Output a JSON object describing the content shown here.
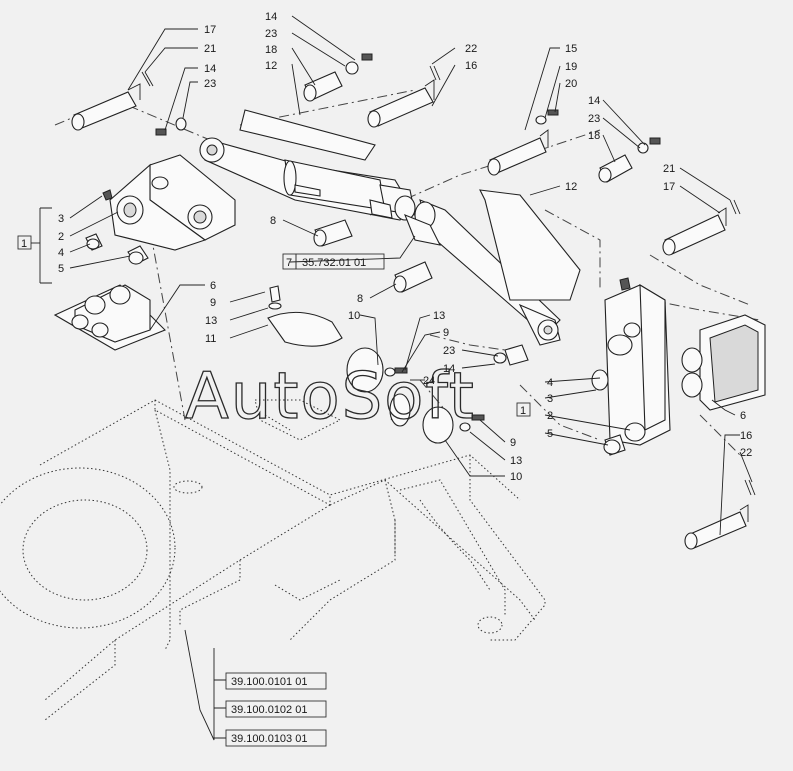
{
  "watermark": "AutoSoft",
  "callouts": [
    {
      "id": "c17a",
      "text": "17"
    },
    {
      "id": "c21a",
      "text": "21"
    },
    {
      "id": "c14a",
      "text": "14"
    },
    {
      "id": "c23a",
      "text": "23"
    },
    {
      "id": "c3",
      "text": "3"
    },
    {
      "id": "c2",
      "text": "2"
    },
    {
      "id": "c4",
      "text": "4"
    },
    {
      "id": "c5",
      "text": "5"
    },
    {
      "id": "c6a",
      "text": "6"
    },
    {
      "id": "c9a",
      "text": "9"
    },
    {
      "id": "c13a",
      "text": "13"
    },
    {
      "id": "c11",
      "text": "11"
    },
    {
      "id": "c14b",
      "text": "14"
    },
    {
      "id": "c23b",
      "text": "23"
    },
    {
      "id": "c18a",
      "text": "18"
    },
    {
      "id": "c12a",
      "text": "12"
    },
    {
      "id": "c22a",
      "text": "22"
    },
    {
      "id": "c16a",
      "text": "16"
    },
    {
      "id": "c8a",
      "text": "8"
    },
    {
      "id": "c8b",
      "text": "8"
    },
    {
      "id": "c10a",
      "text": "10"
    },
    {
      "id": "c13b",
      "text": "13"
    },
    {
      "id": "c9b",
      "text": "9"
    },
    {
      "id": "c23c",
      "text": "23"
    },
    {
      "id": "c14c",
      "text": "14"
    },
    {
      "id": "c24",
      "text": "24"
    },
    {
      "id": "c9c",
      "text": "9"
    },
    {
      "id": "c13c",
      "text": "13"
    },
    {
      "id": "c10b",
      "text": "10"
    },
    {
      "id": "c15",
      "text": "15"
    },
    {
      "id": "c19",
      "text": "19"
    },
    {
      "id": "c20",
      "text": "20"
    },
    {
      "id": "c12b",
      "text": "12"
    },
    {
      "id": "c14d",
      "text": "14"
    },
    {
      "id": "c23d",
      "text": "23"
    },
    {
      "id": "c18b",
      "text": "18"
    },
    {
      "id": "c21b",
      "text": "21"
    },
    {
      "id": "c17b",
      "text": "17"
    },
    {
      "id": "c4b",
      "text": "4"
    },
    {
      "id": "c3b",
      "text": "3"
    },
    {
      "id": "c2b",
      "text": "2"
    },
    {
      "id": "c5b",
      "text": "5"
    },
    {
      "id": "c6b",
      "text": "6"
    },
    {
      "id": "c16b",
      "text": "16"
    },
    {
      "id": "c22b",
      "text": "22"
    }
  ],
  "group_boxes": [
    {
      "id": "g1a",
      "text": "1"
    },
    {
      "id": "g1b",
      "text": "1"
    },
    {
      "id": "g7",
      "text": "7"
    }
  ],
  "reference_boxes": [
    {
      "id": "r1",
      "text": "35.732.01 01"
    },
    {
      "id": "r2",
      "text": "39.100.0101 01"
    },
    {
      "id": "r3",
      "text": "39.100.0102 01"
    },
    {
      "id": "r4",
      "text": "39.100.0103 01"
    }
  ]
}
